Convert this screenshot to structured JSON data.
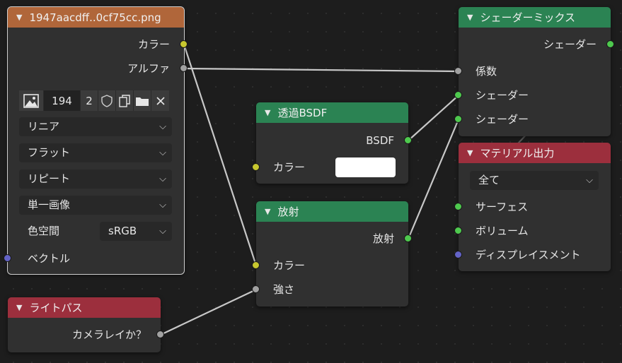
{
  "image_node": {
    "title": "1947aacdff..0cf75cc.png",
    "outputs": {
      "color": "カラー",
      "alpha": "アルファ"
    },
    "user_count": "194",
    "fake_users": "2",
    "interpolation": "リニア",
    "projection": "フラット",
    "extension": "リピート",
    "source": "単一画像",
    "colorspace_label": "色空間",
    "colorspace_value": "sRGB",
    "input_vector": "ベクトル",
    "header_color": "#b0663a"
  },
  "transparent_node": {
    "title": "透過BSDF",
    "output": "BSDF",
    "input_color": "カラー",
    "swatch_color": "#ffffff",
    "header_color": "#2b8353"
  },
  "emission_node": {
    "title": "放射",
    "output": "放射",
    "input_color": "カラー",
    "input_strength": "強さ",
    "header_color": "#2b8353"
  },
  "lightpath_node": {
    "title": "ライトパス",
    "output": "カメラレイか？",
    "header_color": "#9c2f3d"
  },
  "mix_node": {
    "title": "シェーダーミックス",
    "output": "シェーダー",
    "input_fac": "係数",
    "input_shader1": "シェーダー",
    "input_shader2": "シェーダー",
    "header_color": "#2b8353"
  },
  "output_node": {
    "title": "マテリアル出力",
    "target": "全て",
    "input_surface": "サーフェス",
    "input_volume": "ボリューム",
    "input_displacement": "ディスプレイスメント",
    "header_color": "#9c2f3d"
  },
  "socket_colors": {
    "color": "#c7c72f",
    "float": "#a1a1a1",
    "shader": "#4ec94e",
    "vector": "#6363c7"
  }
}
